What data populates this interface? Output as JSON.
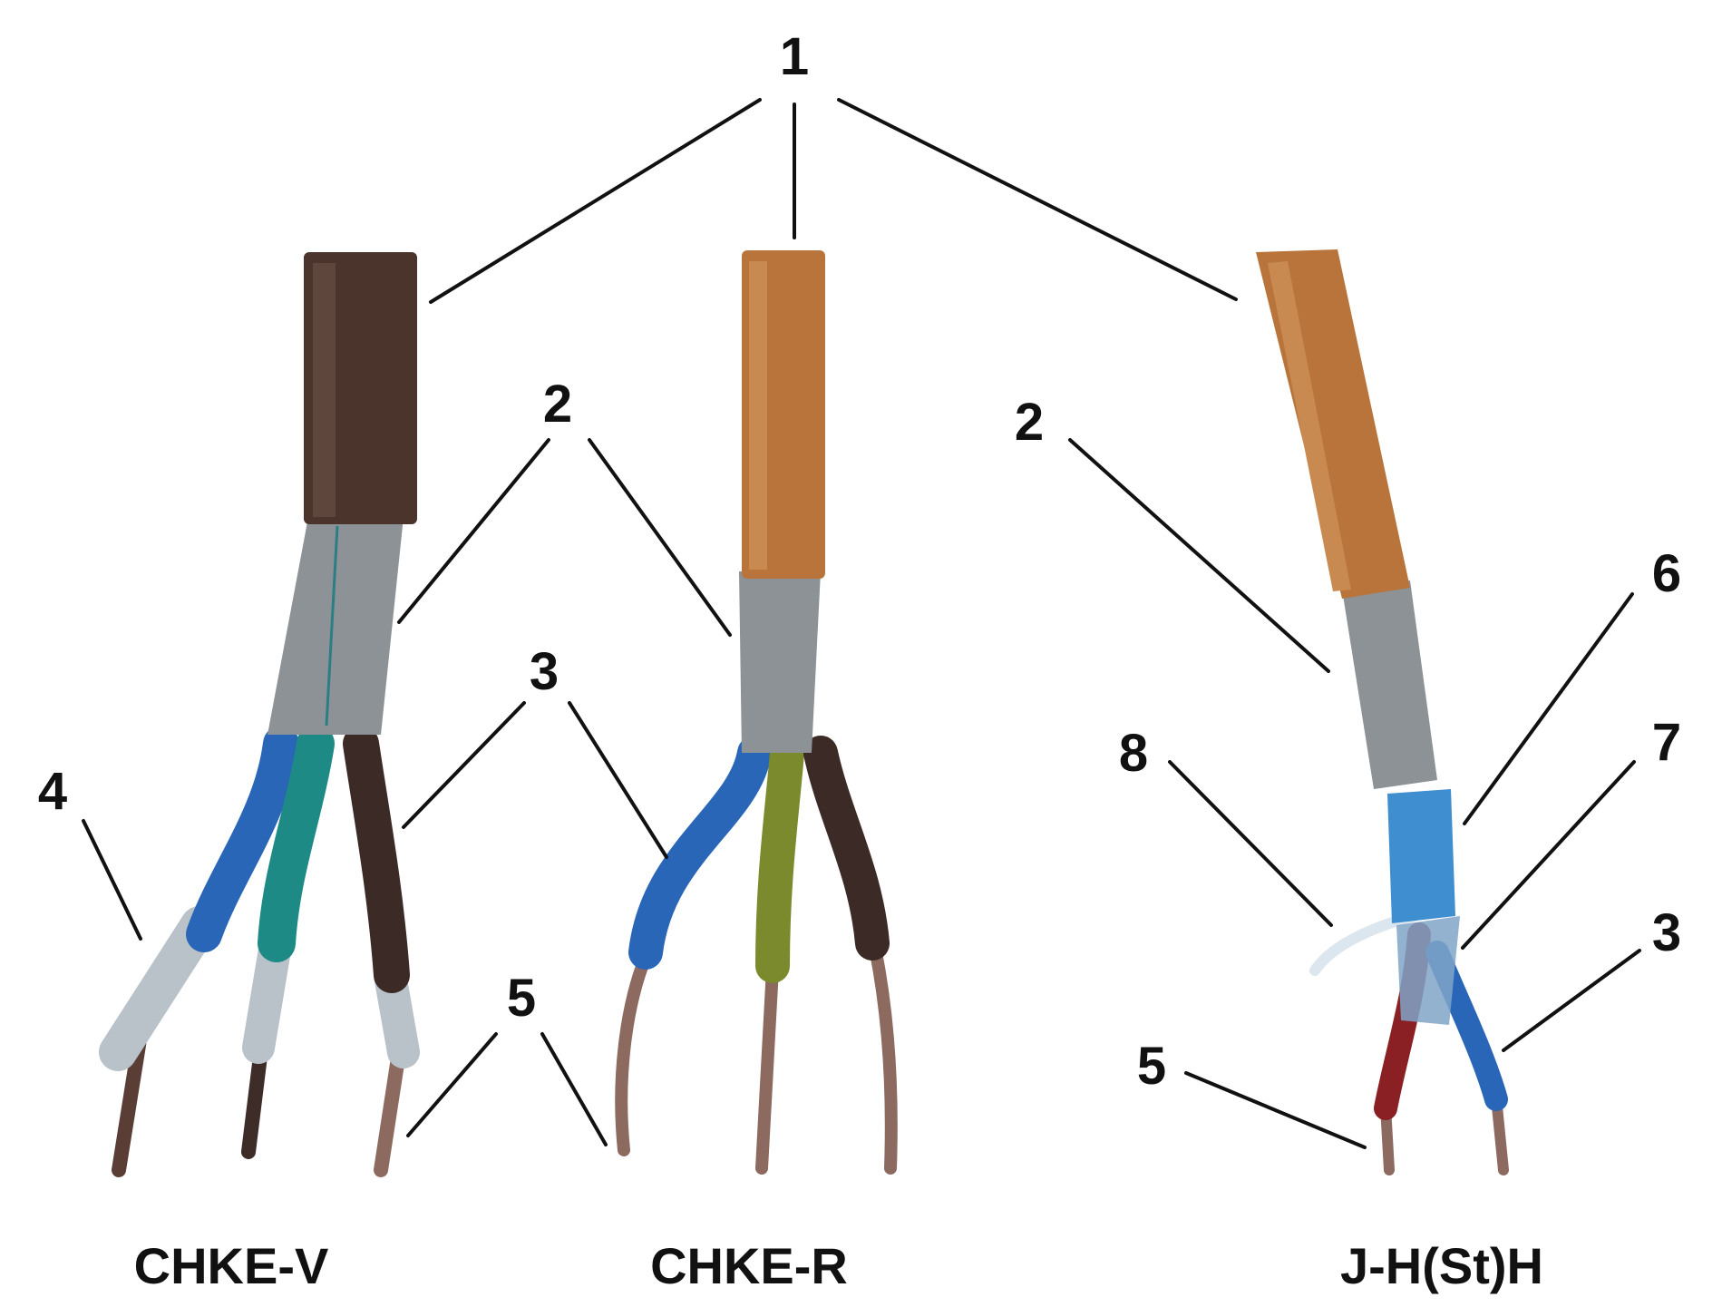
{
  "callouts": {
    "n1": "1",
    "n2a": "2",
    "n2b": "2",
    "n3a": "3",
    "n3b": "3",
    "n4": "4",
    "n5a": "5",
    "n5b": "5",
    "n6": "6",
    "n7": "7",
    "n8": "8"
  },
  "captions": {
    "cable1": "CHKE-V",
    "cable2": "CHKE-R",
    "cable3": "J-H(St)H"
  },
  "colors": {
    "sheath_dark_brown": "#4a342c",
    "sheath_orange": "#b8743a",
    "inner_grey": "#8c9296",
    "core_blue": "#2a66b8",
    "core_teal": "#1d8a86",
    "core_brown": "#3b2a26",
    "core_yellow_green": "#7a8a2c",
    "core_red": "#8a1f24",
    "foil_silver": "#b8c2c8",
    "shield_blue_foil": "#3f8fd0",
    "copper": "#8c6a60"
  }
}
